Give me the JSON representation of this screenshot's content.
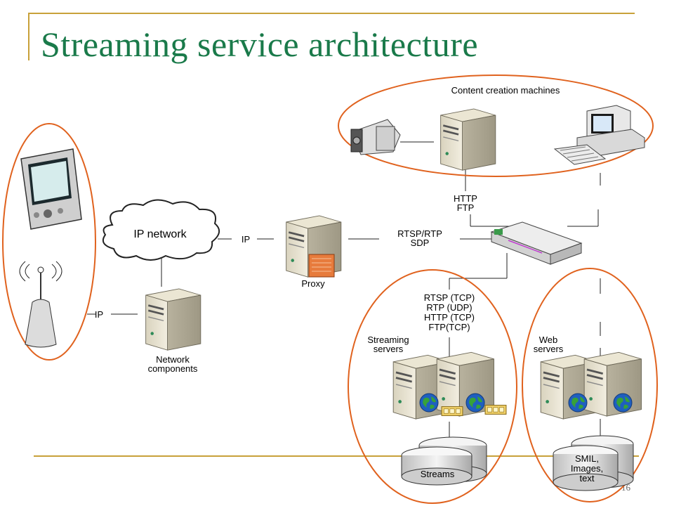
{
  "slide": {
    "title": "Streaming service architecture",
    "page_number": "16",
    "accent_color": "#c8a13a",
    "title_color": "#1a7a4a",
    "group_circle_color": "#e0621e"
  },
  "labels": {
    "content_creation": "Content creation machines",
    "ip_network": "IP network",
    "ip_top": "IP",
    "ip_bottom": "IP",
    "http_ftp_1": "HTTP",
    "http_ftp_2": "FTP",
    "rtsp_sdp_1": "RTSP/RTP",
    "rtsp_sdp_2": "SDP",
    "proxy": "Proxy",
    "network_components_1": "Network",
    "network_components_2": "components",
    "protocols": [
      "RTSP (TCP)",
      "RTP (UDP)",
      "HTTP (TCP)",
      "FTP(TCP)"
    ],
    "streaming_servers_1": "Streaming",
    "streaming_servers_2": "servers",
    "web_servers_1": "Web",
    "web_servers_2": "servers",
    "streams": "Streams",
    "smil_1": "SMIL,",
    "smil_2": "Images,",
    "smil_3": "text"
  }
}
